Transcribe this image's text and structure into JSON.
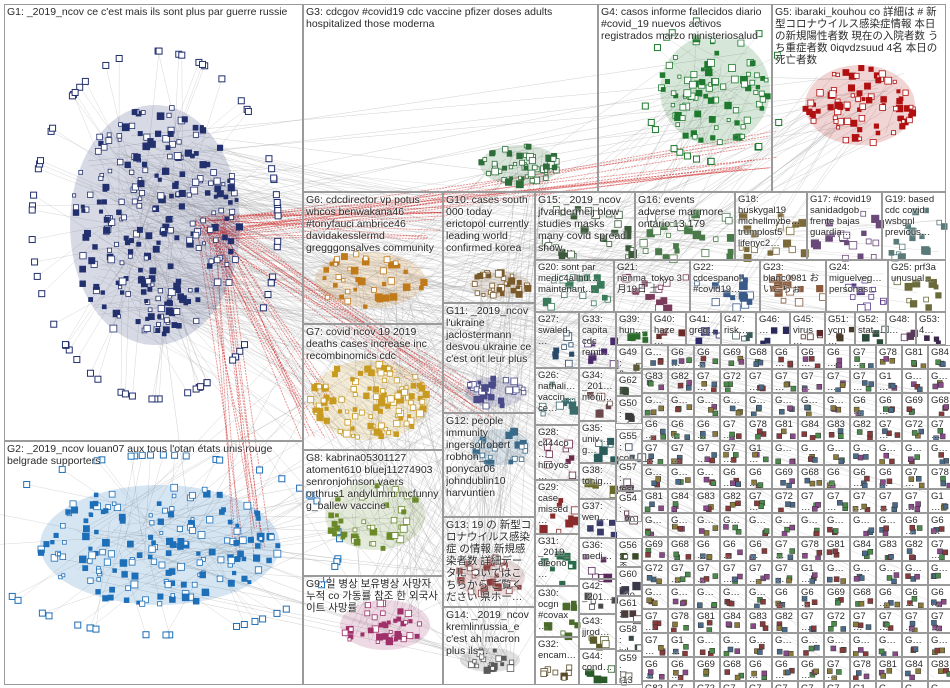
{
  "groups": [
    {
      "id": "G1",
      "label": "G1: _2019_ncov ce c'est mais ils sont plus par guerre russie",
      "color": "#23306e"
    },
    {
      "id": "G2",
      "label": "G2: _2019_ncov louan07 aux tous l'otan états unis rouge belgrade supporters",
      "color": "#1d6fb8"
    },
    {
      "id": "G3",
      "label": "G3: cdcgov #covid19 cdc vaccine pfizer doses adults hospitalized those moderna",
      "color": "#2f6d3a"
    },
    {
      "id": "G4",
      "label": "G4: casos informe fallecidos diario #covid_19 nuevos activos registrados marzo ministeriosalud",
      "color": "#1e7a2e"
    },
    {
      "id": "G5",
      "label": "G5: ibaraki_kouhou co 詳細は # 新型コロナウイルス感染症情報 本日の新規陽性者数 現在の入院者数 うち重症者数 0iqvdzsuud 4名 本日の死亡者数",
      "color": "#b01010"
    },
    {
      "id": "G6",
      "label": "G6: cdcdirector vp potus whcos benwakana46 #tonyfauci ambrice46 davidakesslermd gregggonsalves community",
      "color": "#c07a1a"
    },
    {
      "id": "G7",
      "label": "G7: covid ncov 19 2019 deaths cases increase inc recombinomics cdc",
      "color": "#c89a20"
    },
    {
      "id": "G8",
      "label": "G8: kabrina05301127 atoment610 bluej11274903 senronjohnson vaers orthrus1 andylumm mcfunny g_ballew vaccine",
      "color": "#6a8a2a"
    },
    {
      "id": "G9",
      "label": "G9: 일 병상 보유병상 사망자 누적 co 가동률 참조 한 외국사이트 사망률",
      "color": "#a0306a"
    },
    {
      "id": "G10",
      "label": "G10: cases south 000 today erictopol currently leading world confirmed korea",
      "color": "#7a5a2a"
    },
    {
      "id": "G11",
      "label": "G11: _2019_ncov l'ukraine jaclostermann desvou ukraine ce c'est ont leur plus",
      "color": "#4a4a8a"
    },
    {
      "id": "G12",
      "label": "G12: people immunity ingersolrobert robhon_ ponycar06 johndublin10 harvuntien",
      "color": "#3a6a8a"
    },
    {
      "id": "G13",
      "label": "G13: 19 の 新型コロナウイルス感染症 の情報 新規感染者数 詳細データに ついてはこちらから ご覧ください 県ホー…",
      "color": "#8a3a3a"
    },
    {
      "id": "G14",
      "label": "G14: _2019_ncov kremlinrussia_e c'est ah macron plus ils…",
      "color": "#5a5a5a"
    },
    {
      "id": "G15",
      "label": "G15: _2019_ncov jfvandermeij blow studies masks many covid spread show…",
      "color": "#3a5a3a"
    },
    {
      "id": "G16",
      "label": "G16: events adverse mar more ontario 13 179",
      "color": "#4a7a4a"
    },
    {
      "id": "G17",
      "label": "G17: #covid19 sanidadgob frente bajas guardia…",
      "color": "#6a4a7a"
    },
    {
      "id": "G18",
      "label": "G18: huskygal19 michellmybe… trumplost5 lifenyc2…",
      "color": "#7a6a3a"
    },
    {
      "id": "G19",
      "label": "G19: based cdc covid wsbgnl previous…",
      "color": "#5a7a7a"
    },
    {
      "id": "G20",
      "label": "G20: sont par medic4allhu… maintenant…",
      "color": "#3a7a5a"
    },
    {
      "id": "G21",
      "label": "G21: nenma_tokyo 3月19日 土",
      "color": "#7a3a5a"
    },
    {
      "id": "G22",
      "label": "G22: cdcespanol #covid19…",
      "color": "#3a5a8a"
    },
    {
      "id": "G23",
      "label": "G23: blanc0981 おいこらぉ",
      "color": "#8a5a3a"
    },
    {
      "id": "G24",
      "label": "G24: miguelveg… personas…",
      "color": "#5a3a8a"
    },
    {
      "id": "G25",
      "label": "G25: prf3a unusual…",
      "color": "#6a6a3a"
    },
    {
      "id": "G26",
      "label": "G26: nathali… vaccin… ce…",
      "color": "#3a6a6a"
    },
    {
      "id": "G27",
      "label": "G27: swaled…",
      "color": "#2a4a6a"
    },
    {
      "id": "G28",
      "label": "G28: c444co… hiroyos…",
      "color": "#6a2a4a"
    },
    {
      "id": "G29",
      "label": "G29: case missed…",
      "color": "#8a2a2a"
    },
    {
      "id": "G30",
      "label": "G30: ocgn #covax…",
      "color": "#4a6a2a"
    },
    {
      "id": "G31",
      "label": "G31: _2019_ eleono…",
      "color": "#2a6a4a"
    },
    {
      "id": "G32",
      "label": "G32: encam…",
      "color": "#5a4a2a"
    },
    {
      "id": "G33",
      "label": "G33: capita cdc remi…",
      "color": "#4a2a6a"
    },
    {
      "id": "G34",
      "label": "G34: _201… moni…",
      "color": "#6a4a4a"
    },
    {
      "id": "G35",
      "label": "G35: univ… g…",
      "color": "#2a5a5a"
    },
    {
      "id": "G36",
      "label": "G36: medi…",
      "color": "#5a2a5a"
    },
    {
      "id": "G37",
      "label": "G37: wen…",
      "color": "#3a3a6a"
    },
    {
      "id": "G38",
      "label": "G38: tonig…",
      "color": "#6a6a2a"
    },
    {
      "id": "G39",
      "label": "G39: hun…",
      "color": "#2a6a2a"
    },
    {
      "id": "G40",
      "label": "G40: haze…",
      "color": "#6a2a2a"
    },
    {
      "id": "G41",
      "label": "G41: greg…",
      "color": "#2a2a6a"
    },
    {
      "id": "G42",
      "label": "G42: _201…",
      "color": "#4a4a4a"
    },
    {
      "id": "G43",
      "label": "G43: jjrod…",
      "color": "#5a5a2a"
    },
    {
      "id": "G44",
      "label": "G44: cond…",
      "color": "#2a5a2a"
    },
    {
      "id": "G45",
      "label": "G45: virus…",
      "color": "#5a2a2a"
    },
    {
      "id": "G46",
      "label": "G46: …",
      "color": "#2a2a5a"
    },
    {
      "id": "G47",
      "label": "G47: risk…",
      "color": "#3a5a5a"
    },
    {
      "id": "G48",
      "label": "G48: …",
      "color": "#5a3a5a"
    },
    {
      "id": "G49",
      "label": "G49: fla…",
      "color": "#5a5a3a"
    },
    {
      "id": "G50",
      "label": "G50: cdc…",
      "color": "#3a3a3a"
    },
    {
      "id": "G51",
      "label": "G51: ycm…",
      "color": "#4a3a2a"
    },
    {
      "id": "G52",
      "label": "G52: stat…",
      "color": "#2a4a3a"
    },
    {
      "id": "G53",
      "label": "G53: 4…",
      "color": "#3a2a4a"
    },
    {
      "id": "G54",
      "label": "G54: _20…",
      "color": "#4a2a3a"
    },
    {
      "id": "G55",
      "label": "G55: cou…",
      "color": "#2a3a4a"
    },
    {
      "id": "G56",
      "label": "G56: 종…",
      "color": "#3a4a2a"
    },
    {
      "id": "G57",
      "label": "G57: test…",
      "color": "#4a3a4a"
    },
    {
      "id": "G58",
      "label": "G58: jul…",
      "color": "#3a4a4a"
    },
    {
      "id": "G59",
      "label": "G59: r13…",
      "color": "#4a4a3a"
    },
    {
      "id": "G60",
      "label": "G60: _20…",
      "color": "#3a3a4a"
    },
    {
      "id": "G61",
      "label": "G61: cov…",
      "color": "#4a3a3a"
    },
    {
      "id": "G62",
      "label": "G62: _20…",
      "color": "#3a4a3a"
    }
  ],
  "small_group_labels": [
    "G…",
    "G6…",
    "G6…",
    "G69",
    "G68",
    "G6…",
    "G6…",
    "G6…",
    "G7…",
    "G78",
    "G81",
    "G84",
    "G83",
    "G82",
    "G7…",
    "G72",
    "G7…",
    "G7…",
    "G7…",
    "G7…",
    "G7…",
    "G1…",
    "G…",
    "G…",
    "G…",
    "G…",
    "G…",
    "G…",
    "G…",
    "G…",
    "G…"
  ],
  "edge_color": "#aaaaaa",
  "strong_edge_color": "#d02020"
}
